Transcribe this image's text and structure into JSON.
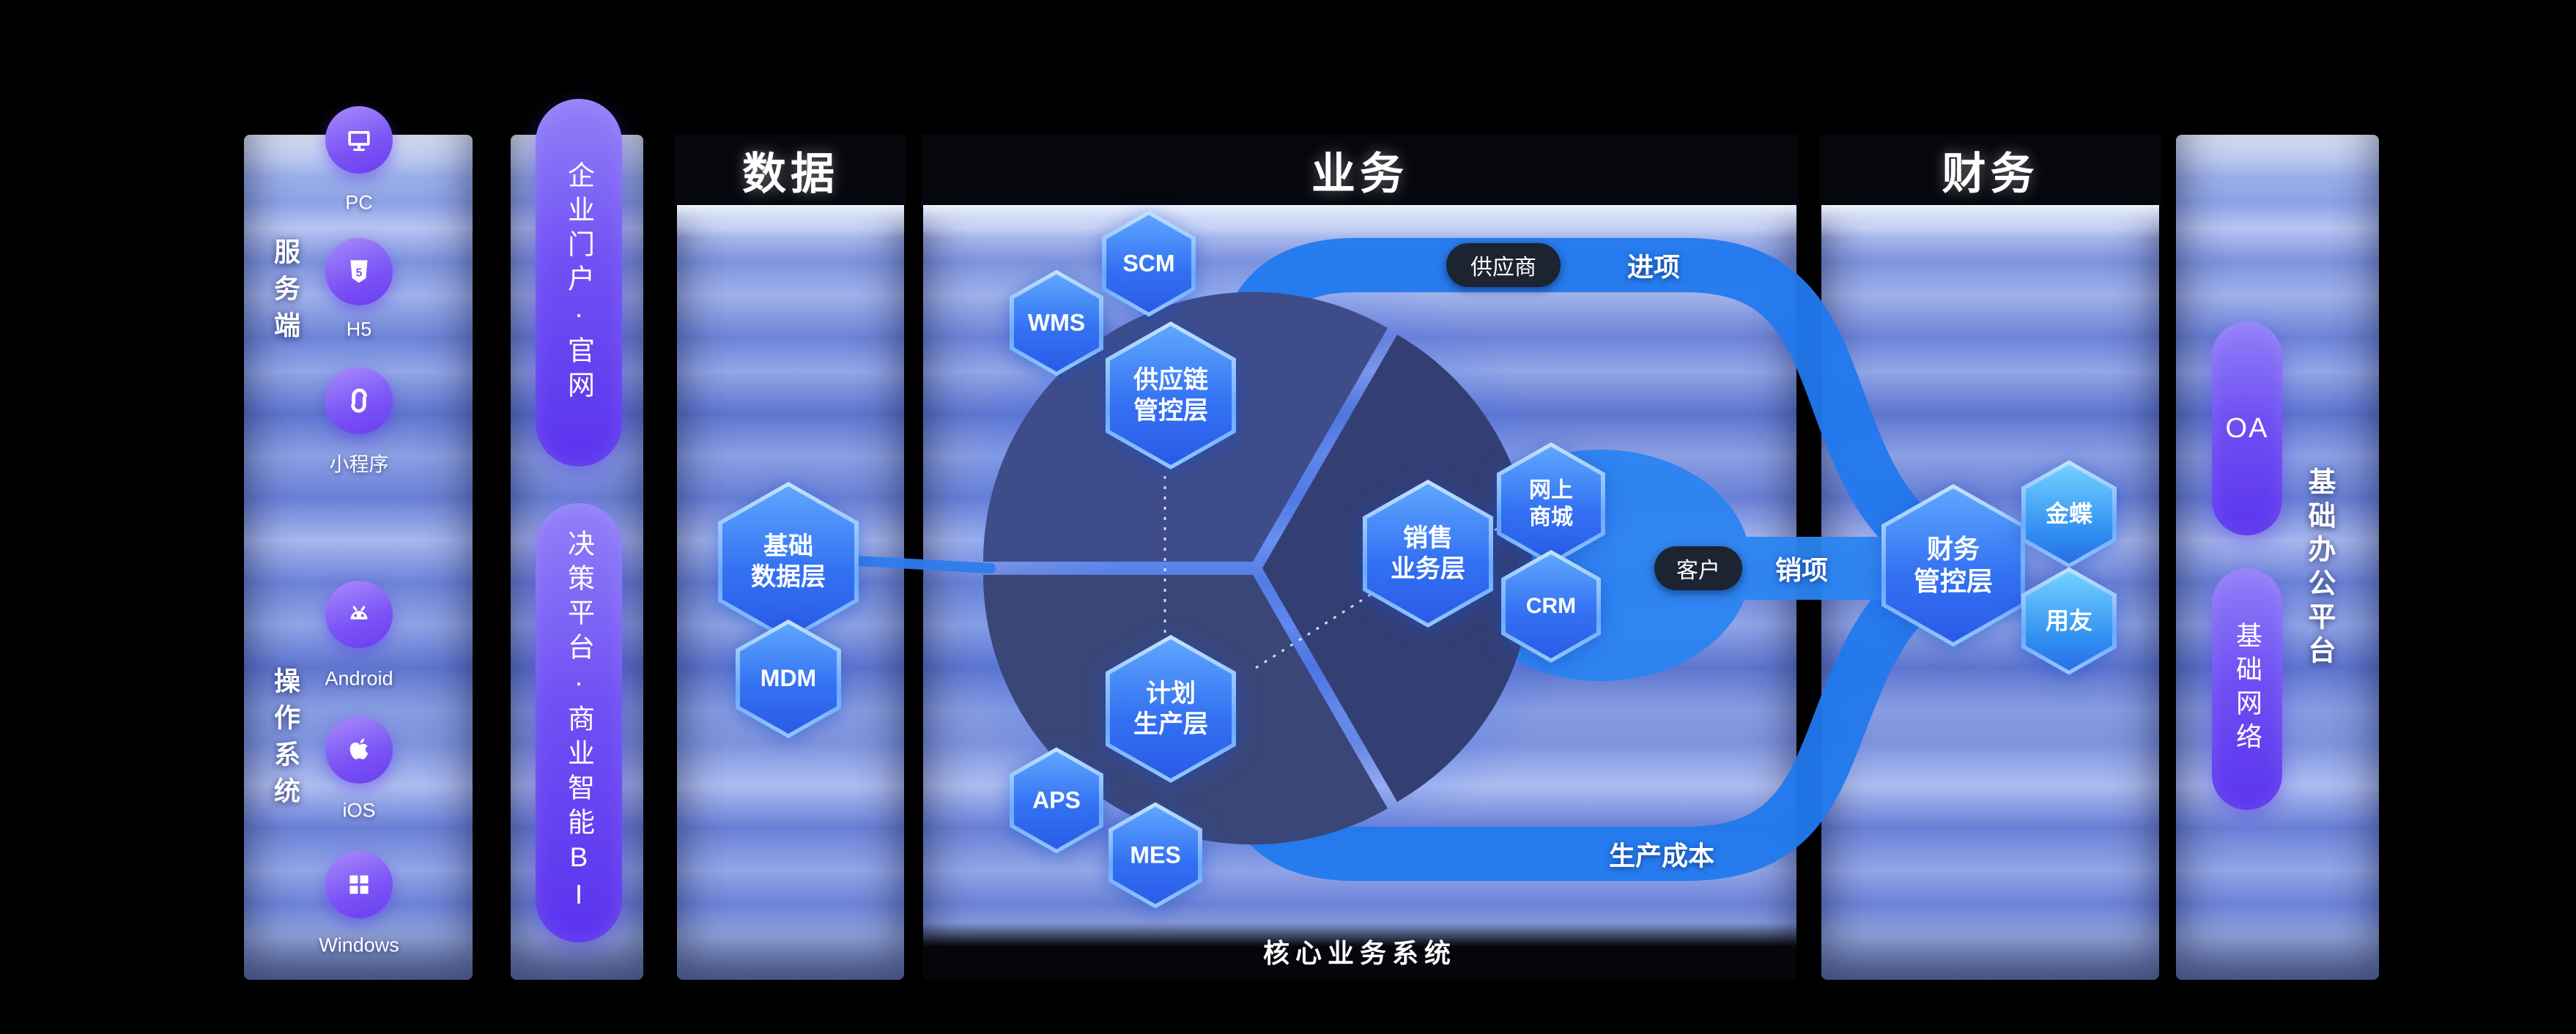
{
  "colors": {
    "ribbon_blue": "#2179ee",
    "hex_blue": "#3472f2",
    "hex_cyan": "#37a8f0",
    "pill_purple": "#7050f4",
    "panel_blue": "#6d83d8",
    "sector_navy": "#3e4c8a"
  },
  "devices": {
    "side_label_top": "服务端",
    "side_label_bottom": "操作系统",
    "h5_glyph": "5",
    "items": [
      {
        "icon": "pc-icon",
        "label": "PC"
      },
      {
        "icon": "h5-icon",
        "label": "H5"
      },
      {
        "icon": "miniprogram-icon",
        "label": "小程序"
      },
      {
        "icon": "android-icon",
        "label": "Android"
      },
      {
        "icon": "apple-icon",
        "label": "iOS"
      },
      {
        "icon": "windows-icon",
        "label": "Windows"
      }
    ]
  },
  "portal": {
    "pill_top": "企业门户·官网",
    "pill_bottom": "决策平台·商业智能BI"
  },
  "data_col": {
    "header": "数据",
    "hex_main_l1": "基础",
    "hex_main_l2": "数据层",
    "hex_mdm": "MDM"
  },
  "business": {
    "header": "业务",
    "footer": "核心业务系统",
    "hex_scm": "SCM",
    "hex_wms": "WMS",
    "hex_aps": "APS",
    "hex_mes": "MES",
    "hex_mall_l1": "网上",
    "hex_mall_l2": "商城",
    "hex_crm": "CRM",
    "sector_supply_l1": "供应链",
    "sector_supply_l2": "管控层",
    "sector_sales_l1": "销售",
    "sector_sales_l2": "业务层",
    "sector_prod_l1": "计划",
    "sector_prod_l2": "生产层",
    "flow_supplier": "供应商",
    "flow_in": "进项",
    "flow_customer": "客户",
    "flow_out": "销项",
    "flow_cost": "生产成本"
  },
  "finance": {
    "header": "财务",
    "hex_main_l1": "财务",
    "hex_main_l2": "管控层",
    "hex_kingdee": "金蝶",
    "hex_yonyou": "用友"
  },
  "office": {
    "side_label": "基础办公平台",
    "pill_oa": "OA",
    "pill_network": "基础网络"
  }
}
